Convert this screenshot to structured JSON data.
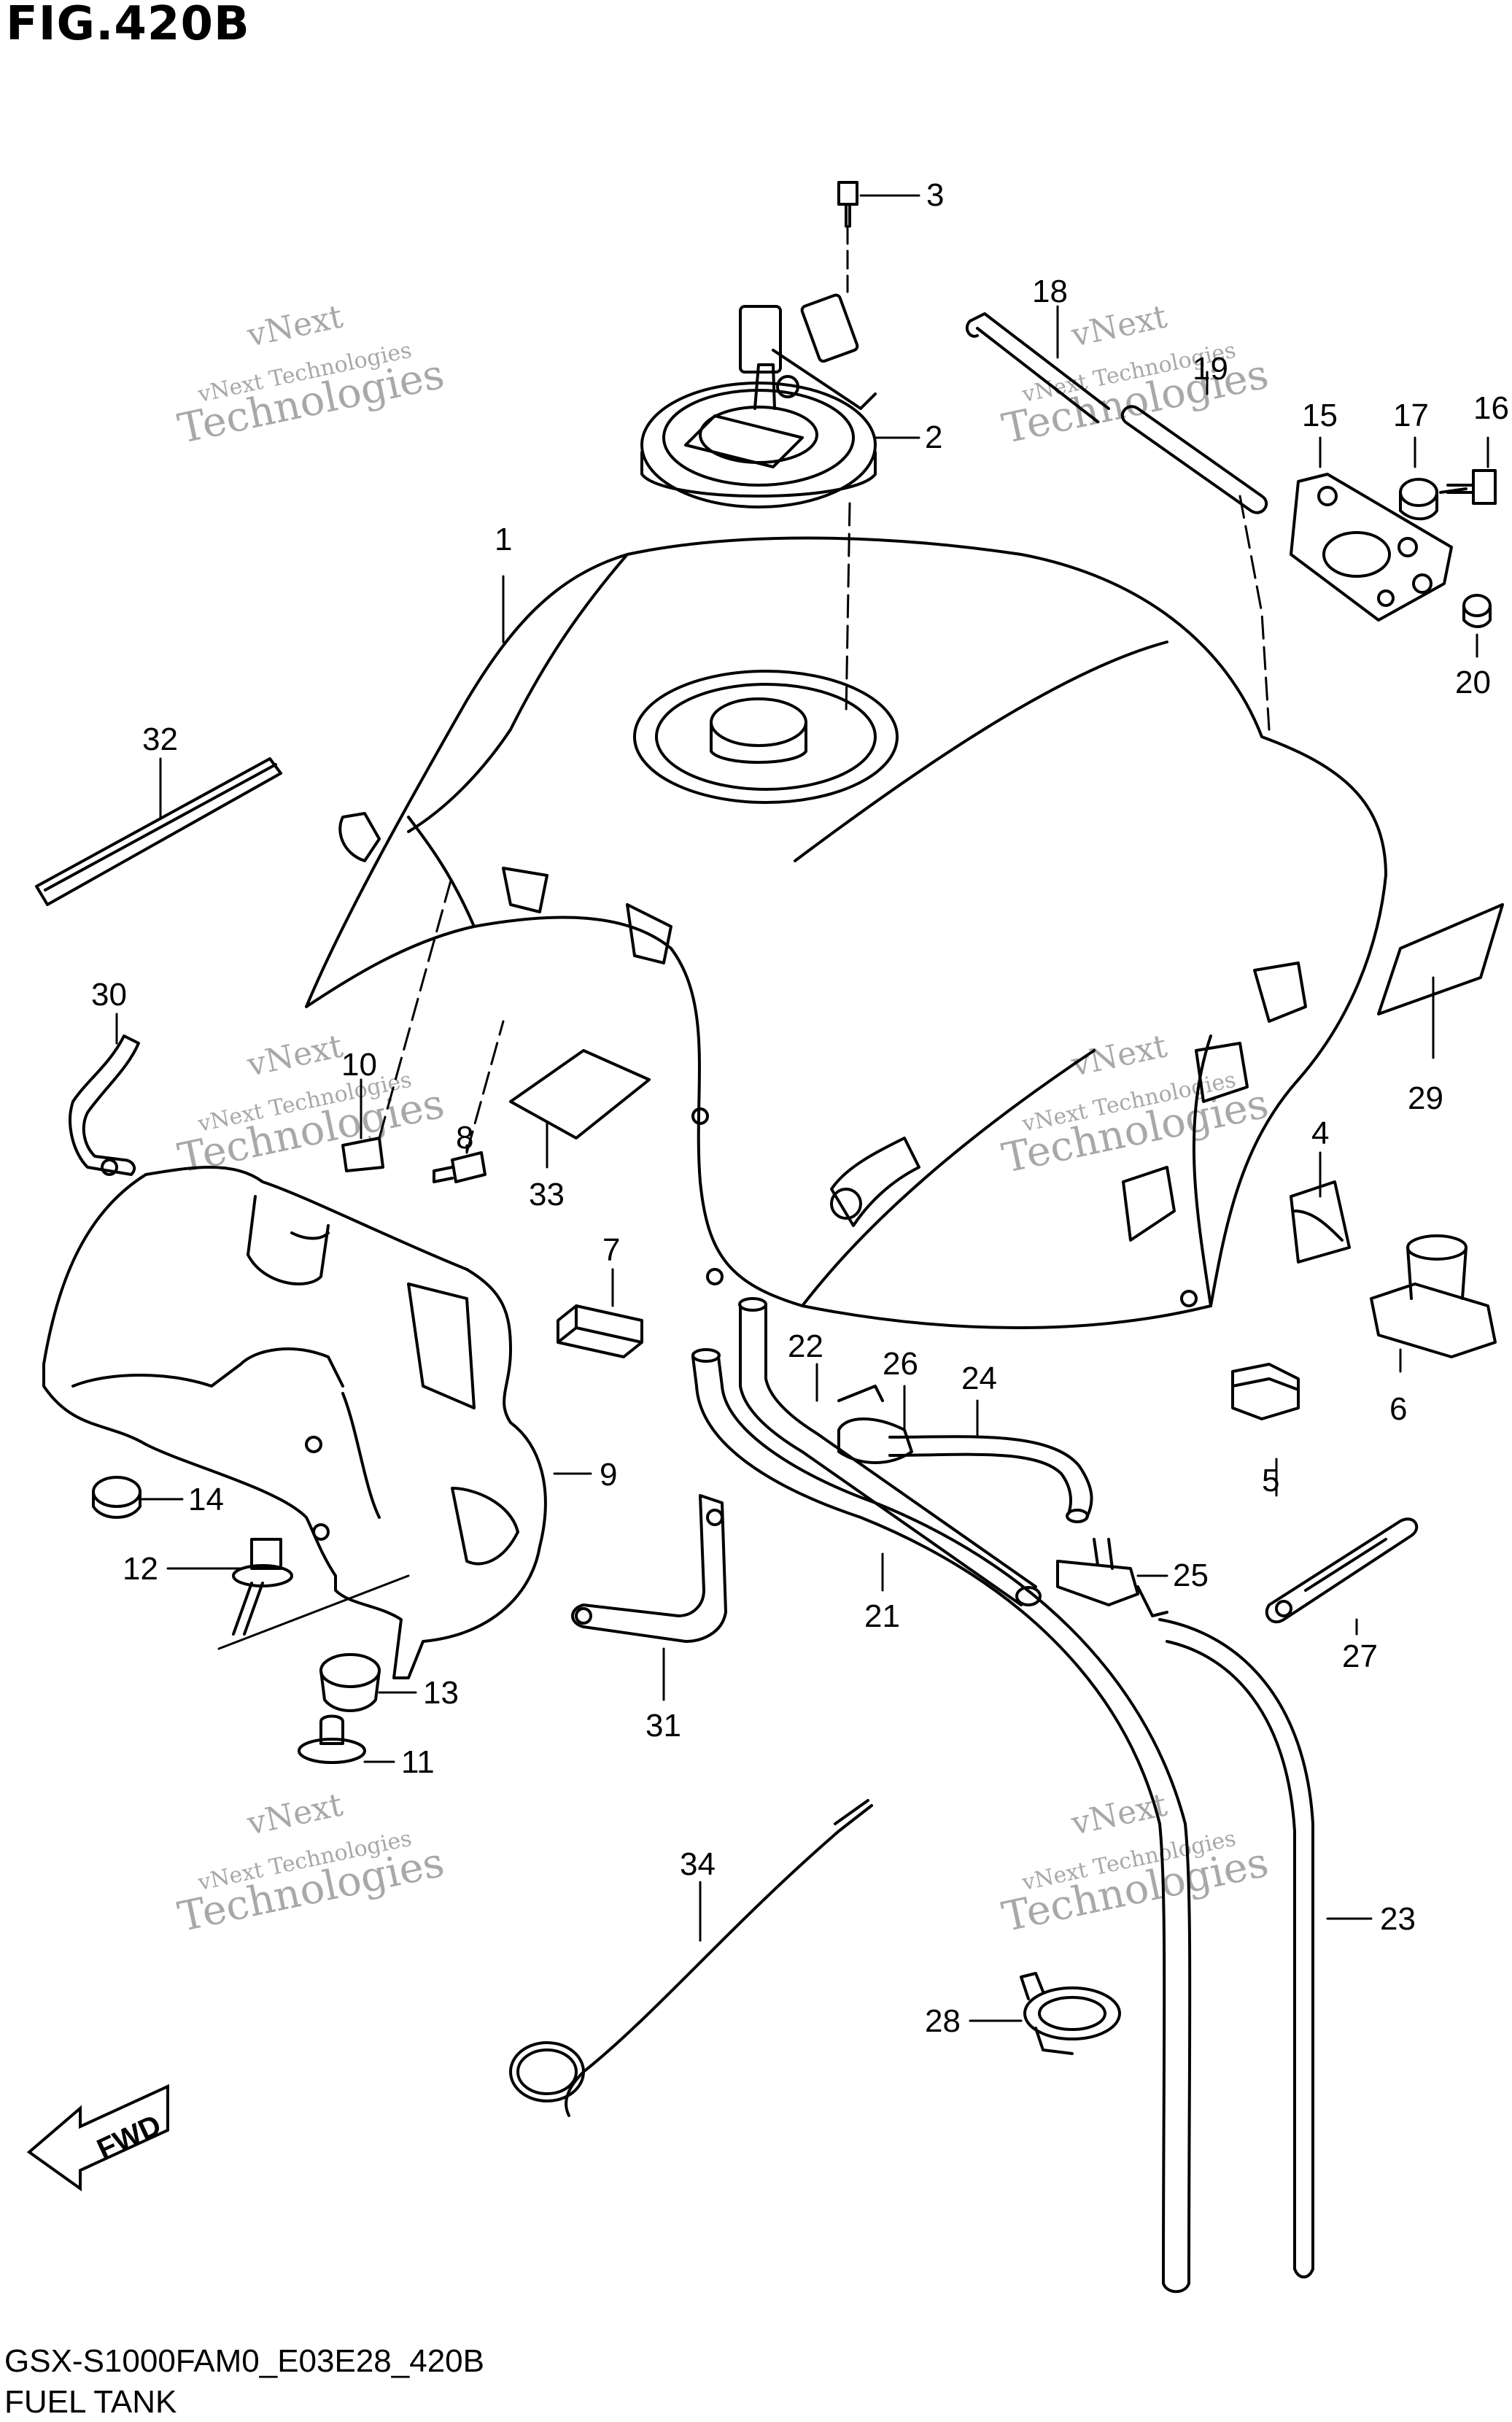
{
  "title": "FIG.420B",
  "footer": {
    "code": "GSX-S1000FAM0_E03E28_420B",
    "name": "FUEL TANK"
  },
  "watermark": {
    "line1": "vNext",
    "line2": "vNext Technologies",
    "line3": "Technologies"
  },
  "fwd": "FWD",
  "parts": [
    {
      "ref": "1"
    },
    {
      "ref": "2"
    },
    {
      "ref": "3"
    },
    {
      "ref": "4"
    },
    {
      "ref": "5"
    },
    {
      "ref": "6"
    },
    {
      "ref": "7"
    },
    {
      "ref": "8"
    },
    {
      "ref": "9"
    },
    {
      "ref": "10"
    },
    {
      "ref": "11"
    },
    {
      "ref": "12"
    },
    {
      "ref": "13"
    },
    {
      "ref": "14"
    },
    {
      "ref": "15"
    },
    {
      "ref": "16"
    },
    {
      "ref": "17"
    },
    {
      "ref": "18"
    },
    {
      "ref": "19"
    },
    {
      "ref": "20"
    },
    {
      "ref": "21"
    },
    {
      "ref": "22"
    },
    {
      "ref": "23"
    },
    {
      "ref": "24"
    },
    {
      "ref": "25"
    },
    {
      "ref": "26"
    },
    {
      "ref": "27"
    },
    {
      "ref": "28"
    },
    {
      "ref": "29"
    },
    {
      "ref": "30"
    },
    {
      "ref": "31"
    },
    {
      "ref": "32"
    },
    {
      "ref": "33"
    },
    {
      "ref": "34"
    }
  ]
}
